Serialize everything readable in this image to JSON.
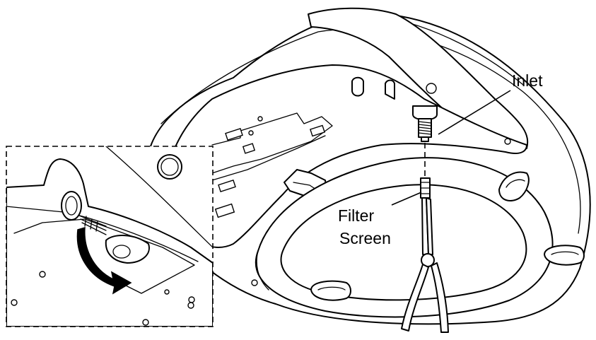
{
  "diagram": {
    "labels": {
      "inlet": "Inlet",
      "filter_screen_line1": "Filter",
      "filter_screen_line2": "Screen"
    },
    "colors": {
      "line": "#000000",
      "background": "#ffffff"
    }
  }
}
